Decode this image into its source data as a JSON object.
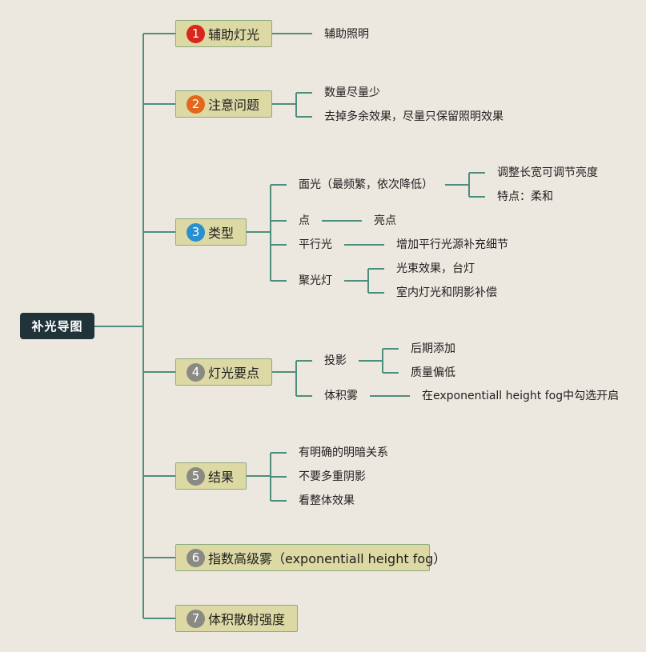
{
  "title": "补光导图",
  "branches": [
    {
      "number": "1",
      "label": "辅助灯光",
      "badge_color": "#d9261c",
      "children": [
        {
          "label": "辅助照明"
        }
      ]
    },
    {
      "number": "2",
      "label": "注意问题",
      "badge_color": "#e3671d",
      "children": [
        {
          "label": "数量尽量少"
        },
        {
          "label": "去掉多余效果，尽量只保留照明效果"
        }
      ]
    },
    {
      "number": "3",
      "label": "类型",
      "badge_color": "#2a8fd1",
      "children": [
        {
          "label": "面光（最频繁，依次降低）",
          "children": [
            {
              "label": "调整长宽可调节亮度"
            },
            {
              "label": "特点：柔和"
            }
          ]
        },
        {
          "label": "点",
          "children": [
            {
              "label": "亮点"
            }
          ]
        },
        {
          "label": "平行光",
          "children": [
            {
              "label": "增加平行光源补充细节"
            }
          ]
        },
        {
          "label": "聚光灯",
          "children": [
            {
              "label": "光束效果，台灯"
            },
            {
              "label": "室内灯光和阴影补偿"
            }
          ]
        }
      ]
    },
    {
      "number": "4",
      "label": "灯光要点",
      "badge_color": "#8a8a84",
      "children": [
        {
          "label": "投影",
          "children": [
            {
              "label": "后期添加"
            },
            {
              "label": "质量偏低"
            }
          ]
        },
        {
          "label": "体积雾",
          "children": [
            {
              "label": "在exponentiall height fog中勾选开启"
            }
          ]
        }
      ]
    },
    {
      "number": "5",
      "label": "结果",
      "badge_color": "#8a8a84",
      "children": [
        {
          "label": "有明确的明暗关系"
        },
        {
          "label": "不要多重阴影"
        },
        {
          "label": "看整体效果"
        }
      ]
    },
    {
      "number": "6",
      "label": "指数高级雾（exponentiall height fog）",
      "badge_color": "#8a8a84",
      "children": []
    },
    {
      "number": "7",
      "label": "体积散射强度",
      "badge_color": "#8a8a84",
      "children": []
    }
  ],
  "colors": {
    "connector": "#4e8e7d",
    "root_fill": "#1f3339",
    "branch_fill": "#dcd9a5"
  }
}
